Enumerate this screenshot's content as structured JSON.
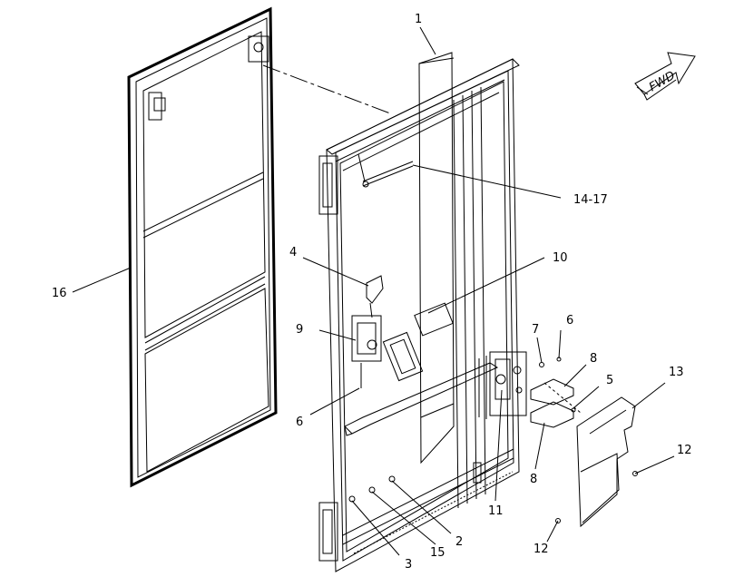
{
  "diagram": {
    "callouts": {
      "c1": "1",
      "c14_17": "14-17",
      "c16": "16",
      "c4": "4",
      "c10": "10",
      "c9": "9",
      "c6a": "6",
      "c7": "7",
      "c6b": "6",
      "c8a": "8",
      "c5": "5",
      "c13": "13",
      "c12a": "12",
      "c8b": "8",
      "c11": "11",
      "c2": "2",
      "c15": "15",
      "c3": "3",
      "c12b": "12"
    },
    "direction_arrow_label": "FWD"
  }
}
